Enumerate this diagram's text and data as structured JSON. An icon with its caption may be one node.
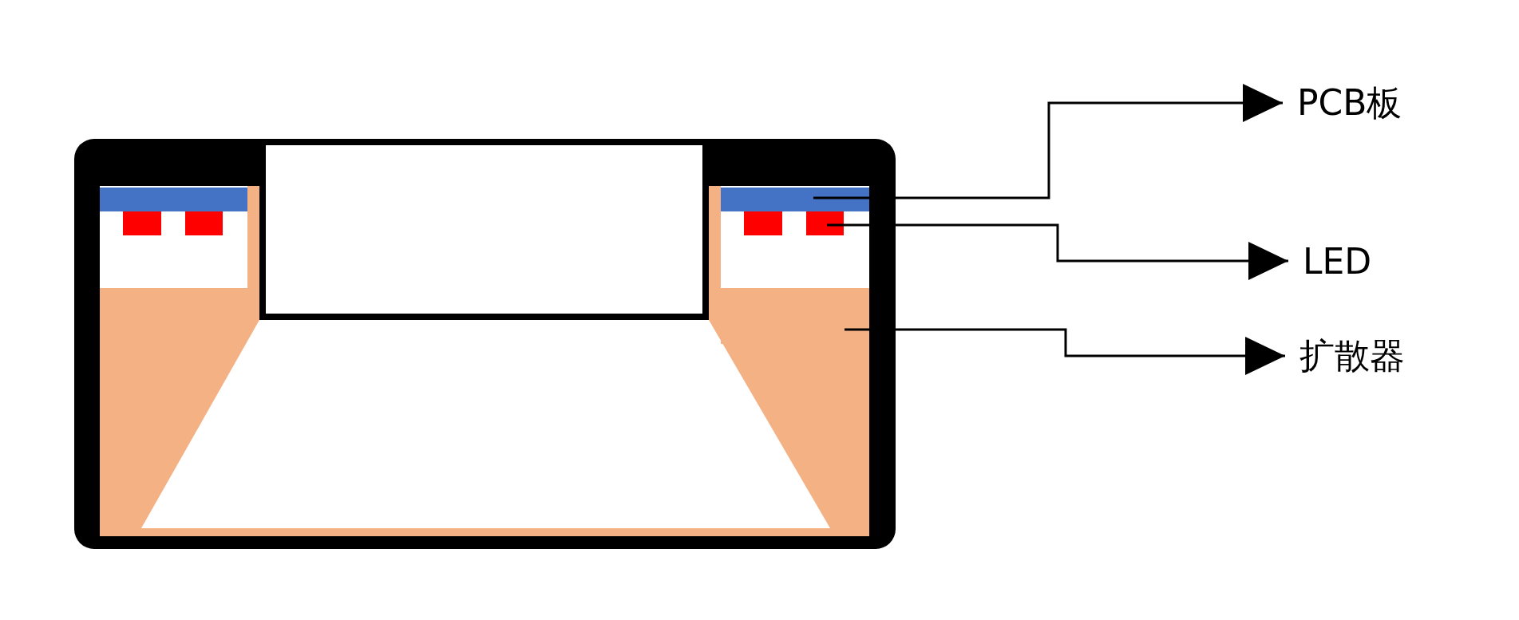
{
  "diagram": {
    "nodes": [
      {
        "text": [
          "PCB板"
        ]
      },
      {
        "text": [
          "LED"
        ]
      },
      {
        "text": [
          "扩散器"
        ]
      },
      {
        "text": [],
        "shape": "bar"
      },
      {
        "text": [],
        "shape": "box"
      },
      {
        "text": [],
        "shape": "area"
      }
    ],
    "edges": [
      {
        "from": 3,
        "to": 0,
        "arrow": "to"
      },
      {
        "from": 4,
        "to": 1,
        "arrow": "to"
      },
      {
        "from": 5,
        "to": 2,
        "arrow": "to"
      }
    ]
  }
}
